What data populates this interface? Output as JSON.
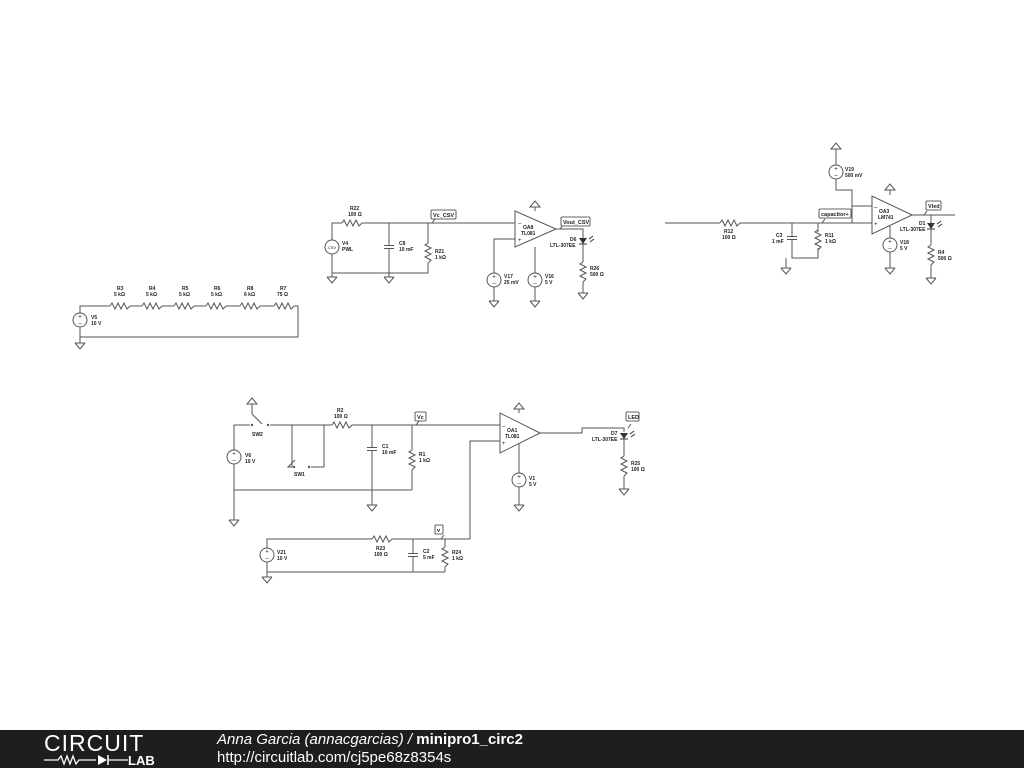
{
  "labels": {
    "R22": "R22",
    "R22v": "100 Ω",
    "V4": "V4",
    "V4v": "PWL",
    "V4src": "CSV",
    "C8": "C8",
    "C8v": "10 mF",
    "R21": "R21",
    "R21v": "1 kΩ",
    "VcCSV": "Vc_CSV",
    "VoutCSV": "Vout_CSV",
    "OA8": "OA8",
    "OA8v": "TL081",
    "D6": "D6",
    "D6v": "LTL-307EE",
    "V17": "V17",
    "V17v": "25 mV",
    "V16": "V16",
    "V16v": "5 V",
    "R26": "R26",
    "R26v": "500 Ω",
    "R3": "R3",
    "R3v": "5 kΩ",
    "R4": "R4",
    "R4v": "5 kΩ",
    "R5": "R5",
    "R5v": "5 kΩ",
    "R6": "R6",
    "R6v": "5 kΩ",
    "R8": "R8",
    "R8v": "6 kΩ",
    "R7": "R7",
    "R7v": "75 Ω",
    "V5": "V5",
    "V5v": "10 V",
    "V19": "V19",
    "V19v": "500 mV",
    "R12": "R12",
    "R12v": "100 Ω",
    "C3": "C3",
    "C3v": "1 mF",
    "R11": "R11",
    "R11v": "1 kΩ",
    "capacitor": "capacitor+",
    "OA3": "OA3",
    "OA3v": "LM741",
    "Vled": "Vled",
    "D1": "D1",
    "D1v": "LTL-307EE",
    "V18": "V18",
    "V18v": "5 V",
    "R4b": "R4",
    "R4bv": "500 Ω",
    "SW2": "SW2",
    "SW1": "SW1",
    "V6": "V6",
    "V6v": "10 V",
    "R2": "R2",
    "R2v": "100 Ω",
    "C1": "C1",
    "C1v": "10 mF",
    "R1": "R1",
    "R1v": "1 kΩ",
    "Vc": "Vc",
    "OA1": "OA1",
    "OA1v": "TL081",
    "V1": "V1",
    "V1v": "5 V",
    "LED": "LED",
    "D7": "D7",
    "D7v": "LTL-307EE",
    "R25": "R25",
    "R25v": "100 Ω",
    "V21": "V21",
    "V21v": "10 V",
    "R23": "R23",
    "R23v": "100 Ω",
    "C2": "C2",
    "C2v": "5 mF",
    "R24": "R24",
    "R24v": "1 kΩ",
    "v": "v"
  },
  "footer": {
    "logo_top": "CIRCUIT",
    "logo_bottom": "LAB",
    "author": "Anna Garcia (annacgarcias)",
    "separator": " / ",
    "project": "minipro1_circ2",
    "url": "http://circuitlab.com/cj5pe68z8354s"
  }
}
